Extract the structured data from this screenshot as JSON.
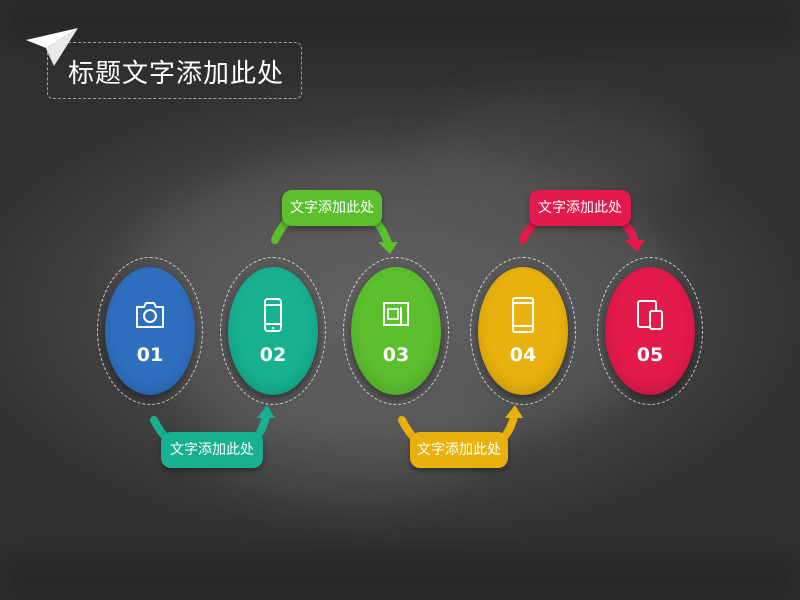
{
  "title": "标题文字添加此处",
  "colors": {
    "background": "#3f3f3f",
    "blue": "#2f6fc0",
    "teal": "#17b091",
    "green": "#5cbf2e",
    "yellow": "#e9b10d",
    "red": "#e31a4c"
  },
  "steps": [
    {
      "number": "01",
      "icon": "camera-icon"
    },
    {
      "number": "02",
      "icon": "smartphone-icon"
    },
    {
      "number": "03",
      "icon": "screen-icon"
    },
    {
      "number": "04",
      "icon": "tablet-icon"
    },
    {
      "number": "05",
      "icon": "devices-icon"
    }
  ],
  "labels": [
    {
      "text": "文字添加此处"
    },
    {
      "text": "文字添加此处"
    },
    {
      "text": "文字添加此处"
    },
    {
      "text": "文字添加此处"
    }
  ]
}
